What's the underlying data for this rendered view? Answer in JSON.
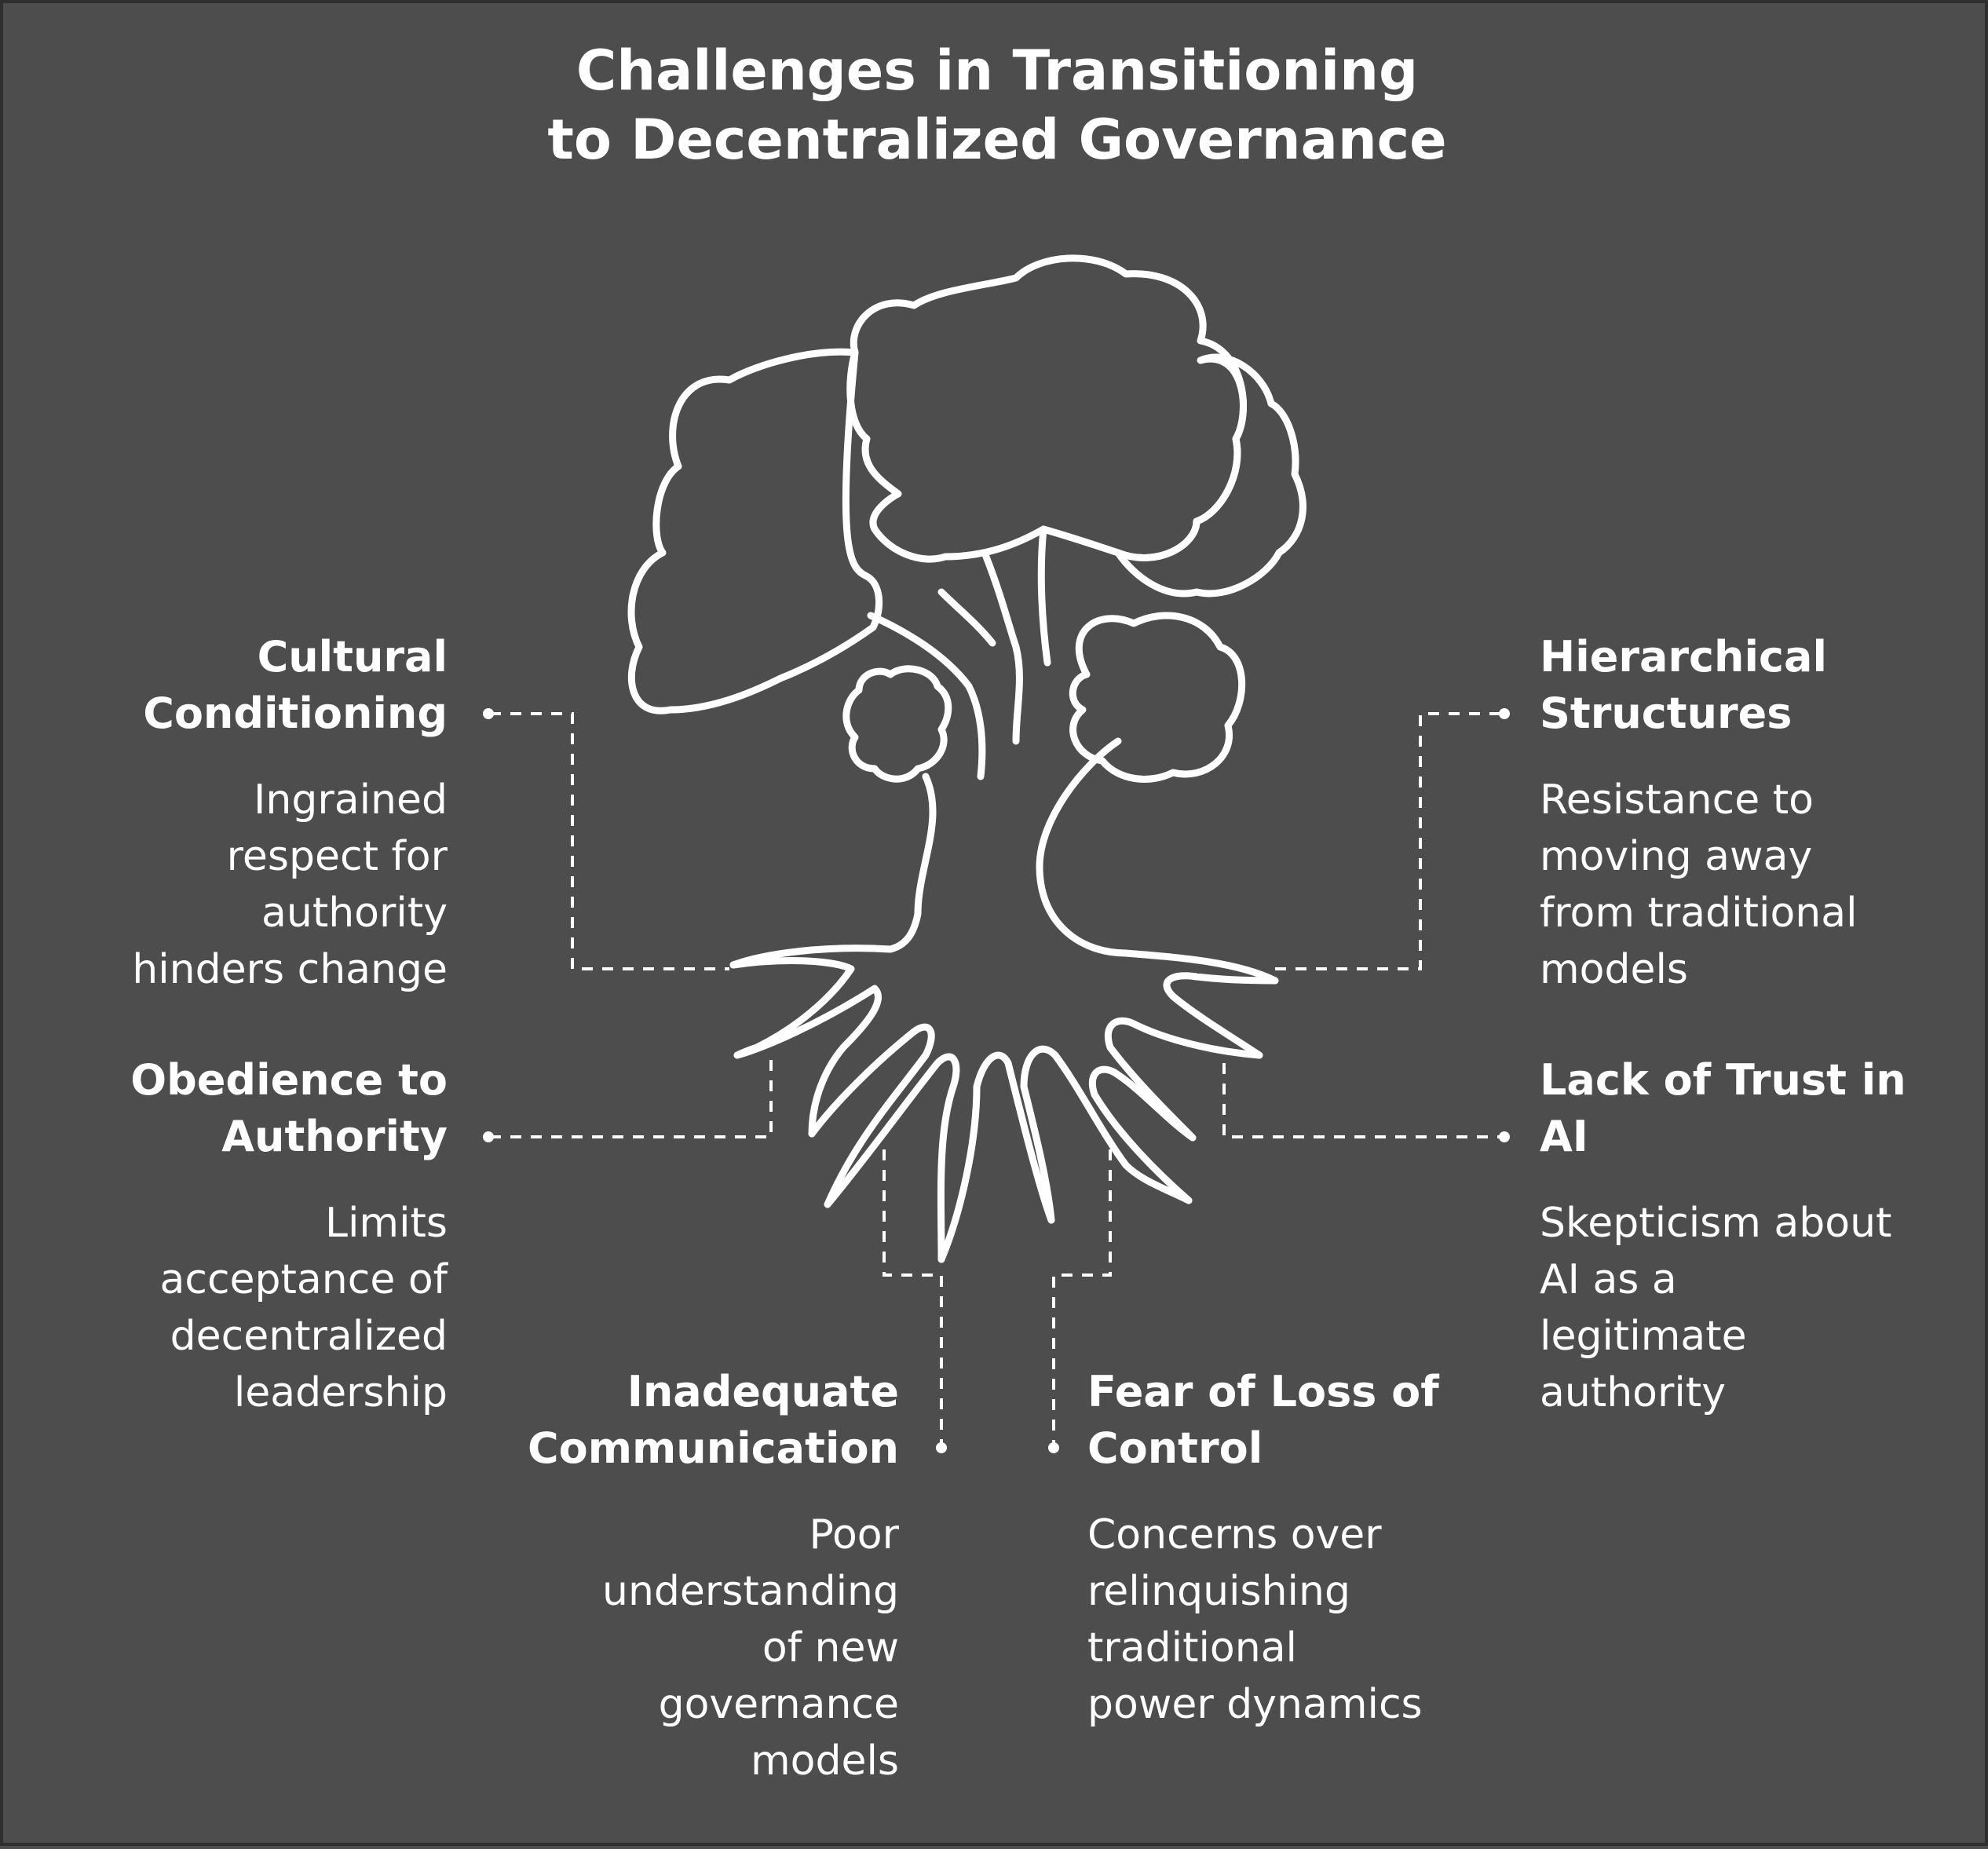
{
  "title": {
    "line1": "Challenges in Transitioning",
    "line2": "to Decentralized Governance"
  },
  "challenges": {
    "cultural_conditioning": {
      "heading_lines": [
        "Cultural",
        "Conditioning"
      ],
      "desc_lines": [
        "Ingrained",
        "respect for",
        "authority",
        "hinders change"
      ]
    },
    "hierarchical_structures": {
      "heading_lines": [
        "Hierarchical",
        "Structures"
      ],
      "desc_lines": [
        "Resistance to",
        "moving away",
        "from traditional",
        "models"
      ]
    },
    "obedience_to_authority": {
      "heading_lines": [
        "Obedience to",
        "Authority"
      ],
      "desc_lines": [
        "Limits",
        "acceptance of",
        "decentralized",
        "leadership"
      ]
    },
    "lack_of_trust_in_ai": {
      "heading_lines": [
        "Lack of Trust in",
        "AI"
      ],
      "desc_lines": [
        "Skepticism about",
        "AI as a",
        "legitimate",
        "authority"
      ]
    },
    "inadequate_communication": {
      "heading_lines": [
        "Inadequate",
        "Communication"
      ],
      "desc_lines": [
        "Poor",
        "understanding",
        "of new",
        "governance",
        "models"
      ]
    },
    "fear_of_loss_of_control": {
      "heading_lines": [
        "Fear of Loss of",
        "Control"
      ],
      "desc_lines": [
        "Concerns over",
        "relinquishing",
        "traditional",
        "power dynamics"
      ]
    }
  },
  "illustration": {
    "icon": "tree-with-roots-icon",
    "stroke_color": "#ffffff",
    "background_color": "#4d4d4d"
  }
}
